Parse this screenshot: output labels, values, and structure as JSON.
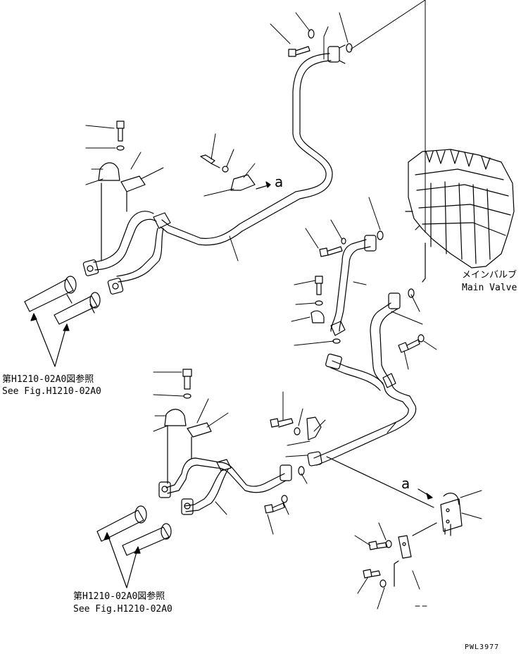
{
  "labels": {
    "ref_top_jp": "第H1210-02A0図参照",
    "ref_top_en": "See Fig.H1210-02A0",
    "ref_bottom_jp": "第H1210-02A0図参照",
    "ref_bottom_en": "See Fig.H1210-02A0",
    "main_valve_jp": "メインバルブ",
    "main_valve_en": "Main Valve",
    "callout_a_upper": "a",
    "callout_a_lower": "a",
    "drawing_code": "PWL3977"
  },
  "colors": {
    "line": "#000000",
    "background": "#ffffff"
  }
}
